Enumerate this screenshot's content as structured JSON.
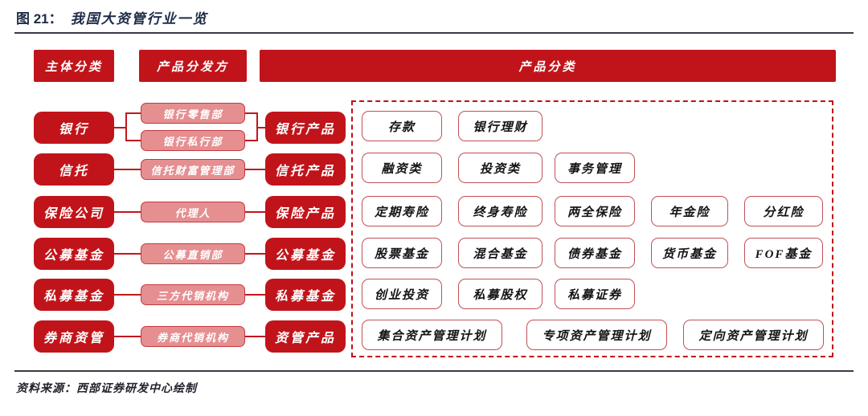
{
  "figure": {
    "label": "图 21：",
    "title": "我国大资管行业一览"
  },
  "source": {
    "label": "资料来源：",
    "text": "西部证券研发中心绘制"
  },
  "headers": {
    "entity": "主体分类",
    "distributor": "产品分发方",
    "product_category": "产品分类"
  },
  "rows": [
    {
      "entity": "银行",
      "distributors": [
        "银行零售部",
        "银行私行部"
      ],
      "product": "银行产品",
      "categories": [
        "存款",
        "银行理财"
      ]
    },
    {
      "entity": "信托",
      "distributors": [
        "信托财富管理部"
      ],
      "product": "信托产品",
      "categories": [
        "融资类",
        "投资类",
        "事务管理"
      ]
    },
    {
      "entity": "保险公司",
      "distributors": [
        "代理人"
      ],
      "product": "保险产品",
      "categories": [
        "定期寿险",
        "终身寿险",
        "两全保险",
        "年金险",
        "分红险"
      ]
    },
    {
      "entity": "公募基金",
      "distributors": [
        "公募直销部"
      ],
      "product": "公募基金",
      "categories": [
        "股票基金",
        "混合基金",
        "债券基金",
        "货币基金",
        "FOF基金"
      ]
    },
    {
      "entity": "私募基金",
      "distributors": [
        "三方代销机构"
      ],
      "product": "私募基金",
      "categories": [
        "创业投资",
        "私募股权",
        "私募证券"
      ]
    },
    {
      "entity": "券商资管",
      "distributors": [
        "券商代销机构"
      ],
      "product": "资管产品",
      "categories": [
        "集合资产管理计划",
        "专项资产管理计划",
        "定向资产管理计划"
      ]
    }
  ],
  "colors": {
    "dark_red": "#c1141a",
    "pink_fill": "#e58f91",
    "pink_border": "#c23a40",
    "white_box_border": "#c25055",
    "dashed_border": "#c01016",
    "connector": "#c0181d",
    "title_text": "#1d2b47",
    "rule": "#3a3b45"
  }
}
